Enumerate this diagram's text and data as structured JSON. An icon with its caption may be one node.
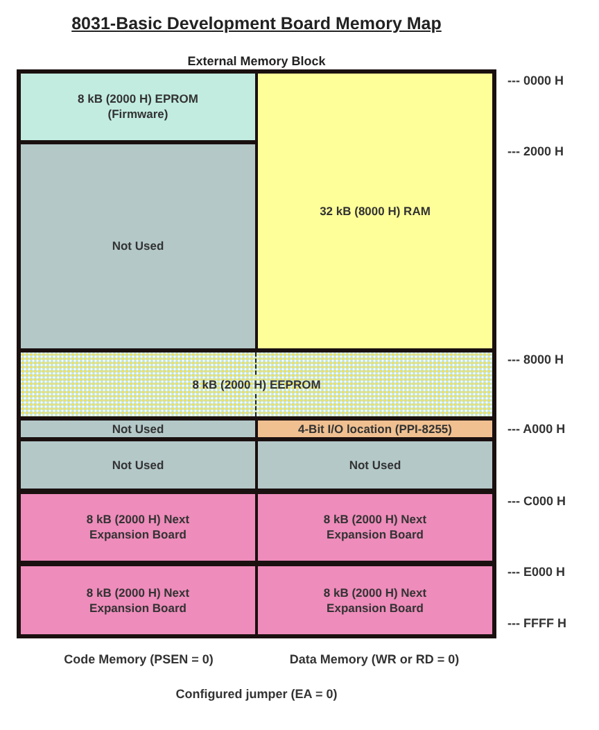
{
  "diagram": {
    "title": "8031-Basic Development Board Memory Map",
    "nodes": [
      {
        "text": [
          "External Memory Block"
        ]
      },
      {
        "text": [
          "8 kB (2000 H) EPROM (Firmware)"
        ],
        "in": 0
      },
      {
        "text": [
          "32 kB (8000 H) RAM"
        ],
        "in": 0
      },
      {
        "text": [
          "Not Used"
        ],
        "in": 0
      },
      {
        "text": [
          "8 kB (2000 H) EEPROM"
        ],
        "in": 0
      },
      {
        "text": [
          "Not Used"
        ],
        "in": 0
      },
      {
        "text": [
          "4-Bit I/O location (PPI-8255)"
        ],
        "in": 0
      },
      {
        "text": [
          "Not Used"
        ],
        "in": 0
      },
      {
        "text": [
          "Not Used"
        ],
        "in": 0
      },
      {
        "text": [
          "8 kB (2000 H) Next Expansion Board"
        ],
        "in": 0
      },
      {
        "text": [
          "8 kB (2000 H) Next Expansion Board"
        ],
        "in": 0
      },
      {
        "text": [
          "8 kB (2000 H) Next Expansion Board"
        ],
        "in": 0
      },
      {
        "text": [
          "8 kB (2000 H) Next Expansion Board"
        ],
        "in": 0
      }
    ],
    "labels": [
      "--- 0000 H",
      "--- 2000 H",
      "--- 8000 H",
      "--- A000 H",
      "--- C000 H",
      "--- E000 H",
      "--- FFFF H",
      "Code Memory (PSEN = 0)",
      "Data Memory (WR or RD = 0)",
      "Configured jumper (EA = 0)"
    ]
  }
}
